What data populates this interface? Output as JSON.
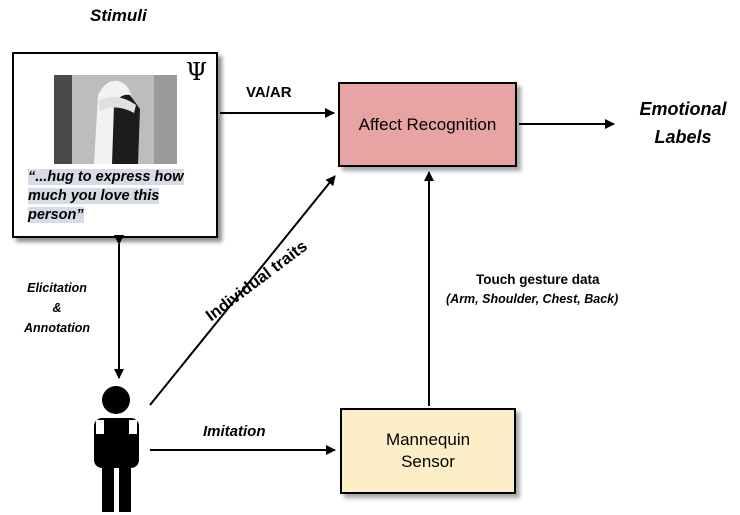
{
  "stimuli": {
    "title": "Stimuli",
    "icon": "psi-icon",
    "psi_symbol": "Ψ",
    "quote_lines": [
      "“...hug to express how",
      "much you love this",
      "person”"
    ]
  },
  "nodes": {
    "affect_recognition": "Affect Recognition",
    "mannequin_sensor": [
      "Mannequin",
      "Sensor"
    ],
    "emotional_labels": [
      "Emotional",
      "Labels"
    ]
  },
  "edge_labels": {
    "va_ar": "VA/AR",
    "individual_traits": "Individual traits",
    "touch_gesture_title": "Touch gesture data",
    "touch_gesture_parts": "(Arm, Shoulder, Chest, Back)",
    "elicitation": [
      "Elicitation",
      "&",
      "Annotation"
    ],
    "imitation": "Imitation"
  },
  "colors": {
    "affect_fill": "#e8a3a3",
    "mannequin_fill": "#fcefc7",
    "quote_highlight": "#d7dbe6"
  }
}
